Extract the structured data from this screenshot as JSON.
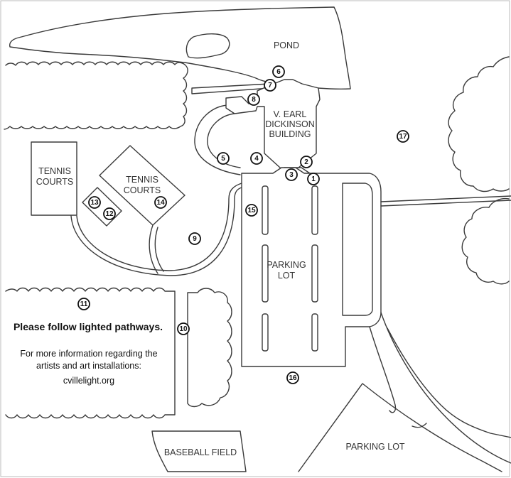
{
  "labels": {
    "pond": "POND",
    "building_line1": "V. EARL",
    "building_line2": "DICKINSON",
    "building_line3": "BUILDING",
    "tennis_left_line1": "TENNIS",
    "tennis_left_line2": "COURTS",
    "tennis_right_line1": "TENNIS",
    "tennis_right_line2": "COURTS",
    "parking_main_line1": "PARKING",
    "parking_main_line2": "LOT",
    "parking_lower": "PARKING LOT",
    "baseball": "BASEBALL FIELD"
  },
  "info": {
    "notice": "Please follow lighted pathways.",
    "more_info": "For more information regarding the artists and art installations:",
    "url": "cvillelight.org"
  },
  "markers": [
    {
      "id": "marker-1",
      "label": "1"
    },
    {
      "id": "marker-2",
      "label": "2"
    },
    {
      "id": "marker-3",
      "label": "3"
    },
    {
      "id": "marker-4",
      "label": "4"
    },
    {
      "id": "marker-5",
      "label": "5"
    },
    {
      "id": "marker-6",
      "label": "6"
    },
    {
      "id": "marker-7",
      "label": "7"
    },
    {
      "id": "marker-8",
      "label": "8"
    },
    {
      "id": "marker-9",
      "label": "9"
    },
    {
      "id": "marker-10",
      "label": "10"
    },
    {
      "id": "marker-11",
      "label": "11"
    },
    {
      "id": "marker-12",
      "label": "12"
    },
    {
      "id": "marker-13",
      "label": "13"
    },
    {
      "id": "marker-14",
      "label": "14"
    },
    {
      "id": "marker-15",
      "label": "15"
    },
    {
      "id": "marker-16",
      "label": "16"
    },
    {
      "id": "marker-17",
      "label": "17"
    }
  ]
}
